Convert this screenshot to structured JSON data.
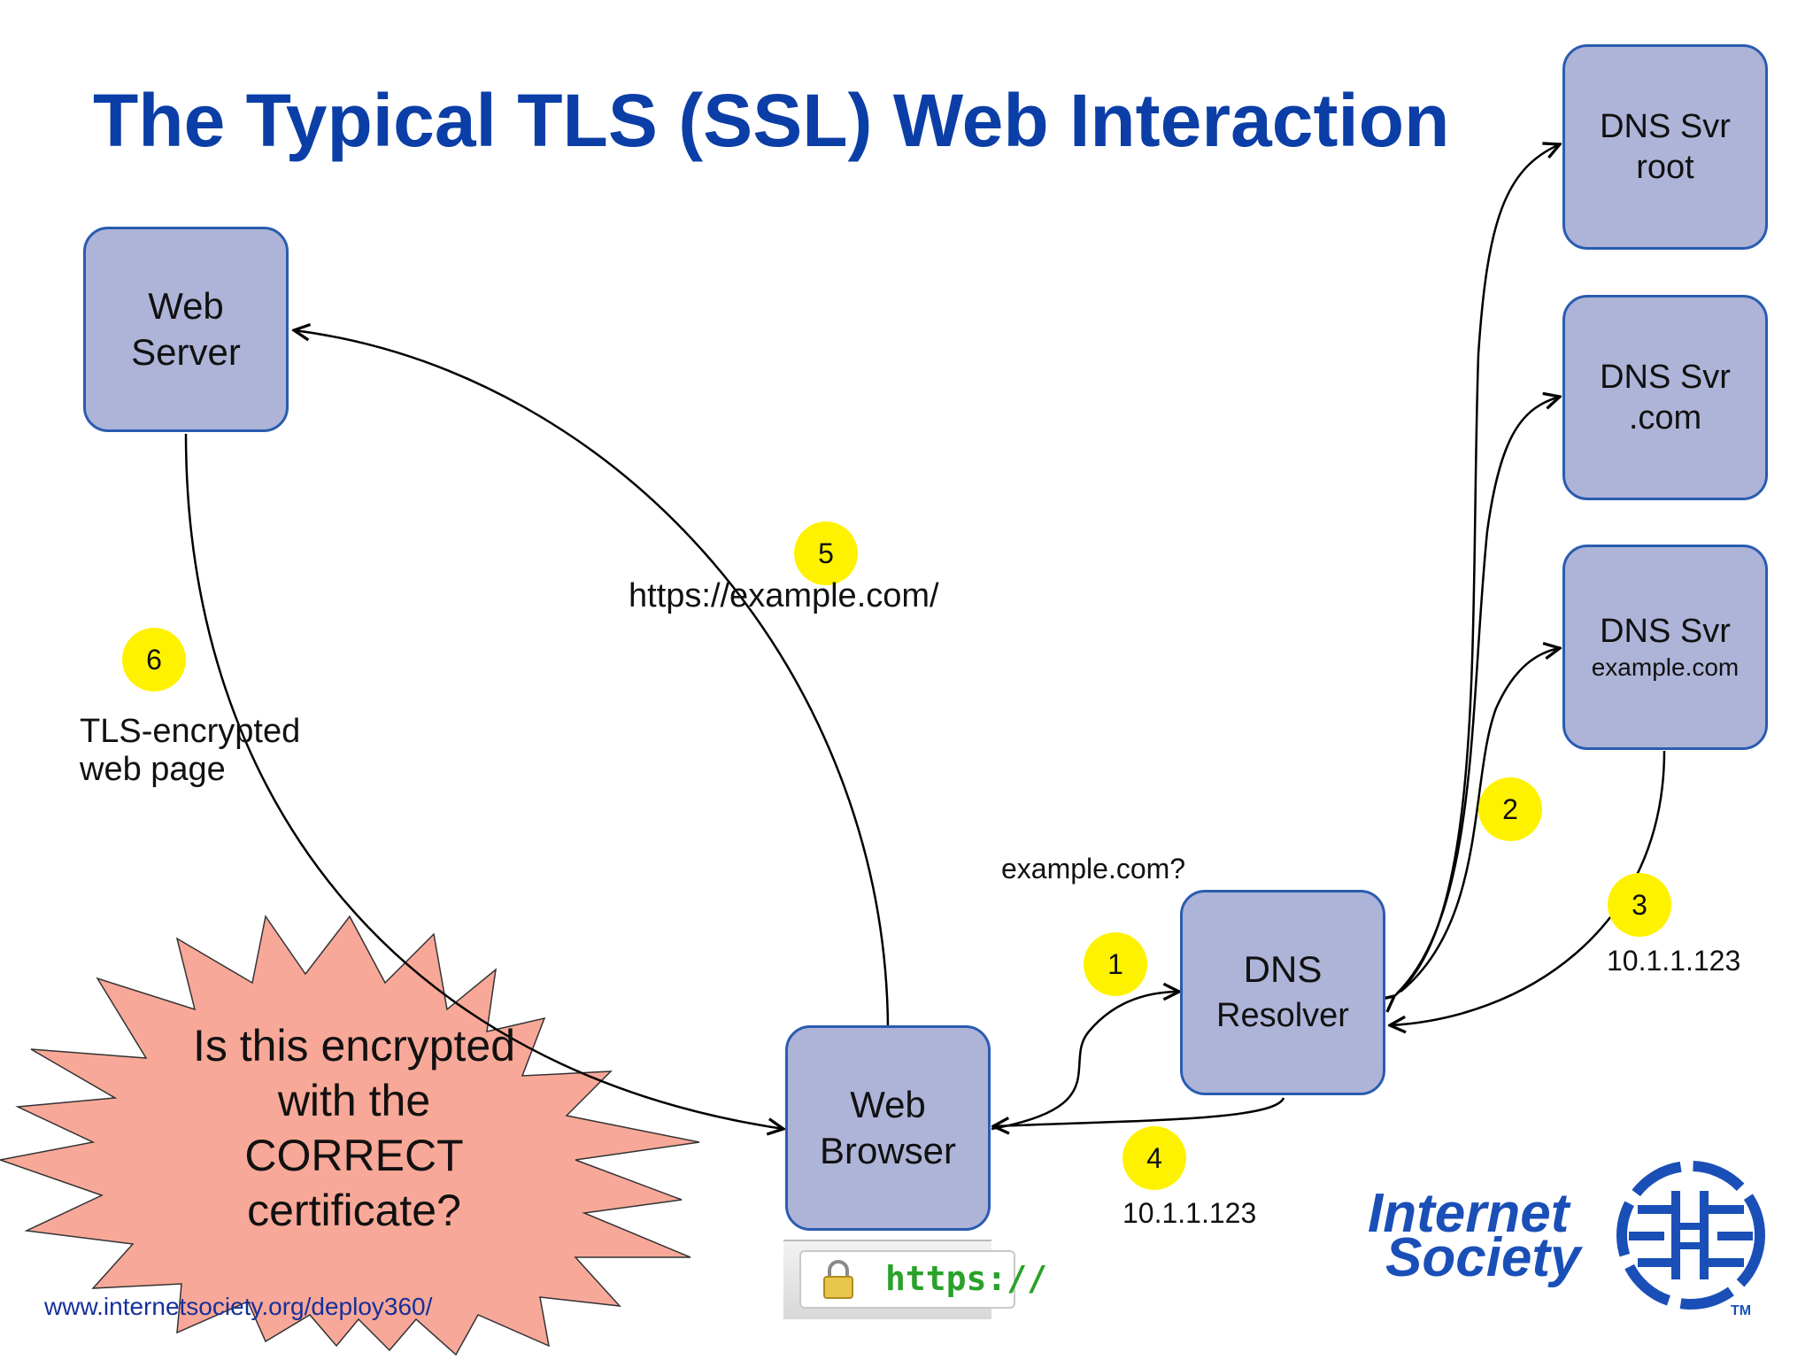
{
  "title": "The Typical TLS (SSL) Web Interaction",
  "nodes": {
    "web_server": {
      "line1": "Web",
      "line2": "Server"
    },
    "web_browser": {
      "line1": "Web",
      "line2": "Browser"
    },
    "dns_resolver": {
      "line1": "DNS",
      "line2": "Resolver"
    },
    "dns_root": {
      "line1": "DNS Svr",
      "line2": "root"
    },
    "dns_com": {
      "line1": "DNS Svr",
      "line2": ".com"
    },
    "dns_example": {
      "line1": "DNS Svr",
      "line2": "example.com"
    }
  },
  "steps": [
    "1",
    "2",
    "3",
    "4",
    "5",
    "6"
  ],
  "labels": {
    "query": "example.com?",
    "step3_answer": "10.1.1.123",
    "step4_answer": "10.1.1.123",
    "step5_url": "https://example.com/",
    "step6_line1": "TLS-encrypted",
    "step6_line2": "web page"
  },
  "callout": {
    "lines": [
      "Is this encrypted",
      "with the",
      "CORRECT",
      "certificate?"
    ]
  },
  "address_bar": {
    "text": "https://"
  },
  "footer_url": "www.internetsociety.org/deploy360/",
  "logo": {
    "line1": "Internet",
    "line2": "Society",
    "tm": "TM"
  },
  "colors": {
    "title": "#0b3ea6",
    "node_fill": "#aeb4d8",
    "node_border": "#2a5cb0",
    "badge": "#fff200",
    "callout_fill": "#f8a898",
    "logo": "#1a4fb8"
  }
}
